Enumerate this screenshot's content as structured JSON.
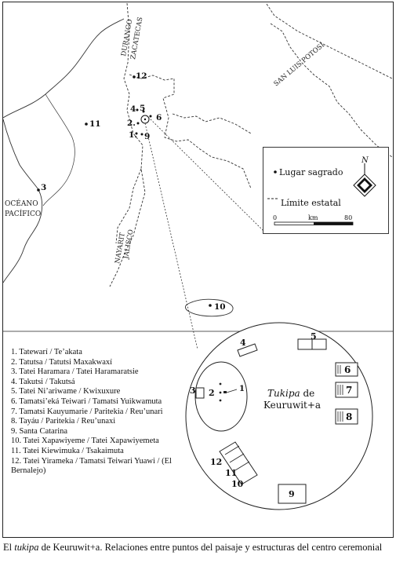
{
  "map": {
    "state_border_labels": {
      "durango": "DURANGO",
      "zacatecas": "ZACATECAS",
      "san_luis_potosi": "SAN LUIS POTOSÍ",
      "nayarit": "NAYARIT",
      "jalisco": "JALISCO"
    },
    "ocean_label_line1": "OCÉANO",
    "ocean_label_line2": "PACÍFICO",
    "site_numbers": {
      "n1": "1.",
      "n2": "2.",
      "n3": "3",
      "n4": "4",
      "n5": "5",
      "n6": "6",
      "n9": "9",
      "n10": "10",
      "n11": "11",
      "n12": "12"
    }
  },
  "map_legend": {
    "sacred_place": "Lugar sagrado",
    "state_limit": "Límite estatal",
    "north": "N",
    "scale_start": "0",
    "scale_unit": "km",
    "scale_end": "80"
  },
  "inset": {
    "title_italic": "Tukipa",
    "title_rest": " de",
    "title_line2": "Keuruwit+a",
    "structures": {
      "s1": "1",
      "s2": "2",
      "s3": "3",
      "s4": "4",
      "s5": "5",
      "s6": "6",
      "s7": "7",
      "s8": "8",
      "s9": "9",
      "s10": "10",
      "s11": "11",
      "s12": "12"
    }
  },
  "place_list": [
    "1. Tatewarí / Te’akata",
    "2. Tatutsa / Tatutsi Maxakwaxí",
    "3. Tatei Haramara / Tatei Haramaratsie",
    "4. Takutsi / Takutsá",
    "5. Tatei Ni’ariwame / Kwixuxure",
    "6. Tamatsi’eká Teiwari / Tamatsi Yuikwamuta",
    "7. Tamatsi Kauyumarie / Paritekia / Reu’unari",
    "8. Tayáu / Paritekia / Reu’unaxi",
    "9. Santa Catarina",
    "10. Tatei Xapawiyeme / Tatei Xapawiyemeta",
    "11. Tatei Kiewimuka / Tsakaimuta",
    "12. Tatei Yirameka / Tamatsi Teiwari Yuawi / (El Bernalejo)"
  ],
  "caption": {
    "prefix": "El ",
    "italic": "tukipa",
    "rest": " de Keuruwit+a. Relaciones entre puntos del paisaje y estructuras del centro ceremonial"
  }
}
